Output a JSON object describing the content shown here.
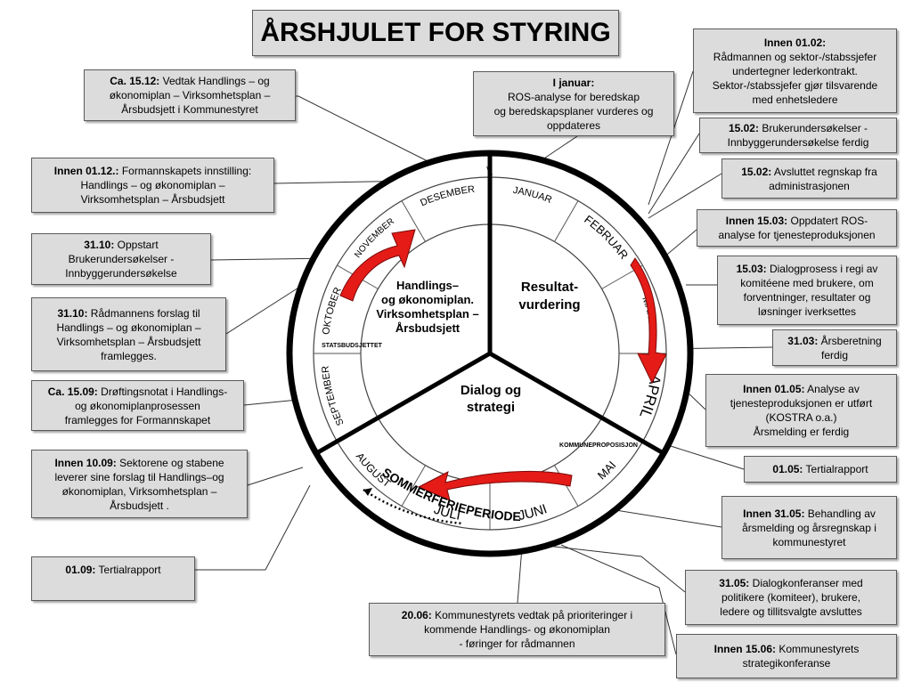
{
  "title": "ÅRSHJULET FOR STYRING",
  "wheel": {
    "months": [
      "JANUAR",
      "FEBRUAR",
      "MARS",
      "APRIL",
      "MAI",
      "JUNI",
      "JULI",
      "AUGUST",
      "SEPTEMBER",
      "OKTOBER",
      "NOVEMBER",
      "DESEMBER"
    ],
    "segment_plan": "Handlings–\nog økonomiplan.\nVirksomhetsplan –\nÅrsbudsjett",
    "segment_result": "Resultat-\nvurdering",
    "segment_dialog": "Dialog og\nstrategi",
    "label_statsbudsjett": "STATSBUDSJETTET",
    "label_kommuneproposisjon": "KOMMUNEPROPOSISJON",
    "label_sommerferie": "SOMMERFERIEPERIODE",
    "arrow_color": "#e41b17"
  },
  "boxes": {
    "b1512": {
      "date": "Ca. 15.12:",
      "text": " Vedtak Handlings – og\nøkonomiplan – Virksomhetsplan –\nÅrsbudsjett i Kommunestyret"
    },
    "b0112": {
      "date": "Innen 01.12.:",
      "text": "  Formannskapets innstilling:\nHandlings – og økonomiplan –\nVirksomhetsplan – Årsbudsjett"
    },
    "b3110a": {
      "date": "31.10:",
      "text": " Oppstart\nBrukerundersøkelser -\nInnbyggerundersøkelse"
    },
    "b3110b": {
      "date": "31.10:",
      "text": " Rådmannens forslag til\nHandlings – og økonomiplan –\nVirksomhetsplan – Årsbudsjett\nframlegges."
    },
    "b1509": {
      "date": "Ca. 15.09:",
      "text": " Drøftingsnotat i Handlings-\nog økonomiplanprosessen\nframlegges  for Formannskapet"
    },
    "b1009": {
      "date": "Innen 10.09:",
      "text": " Sektorene og stabene\nleverer sine forslag til Handlings–og\nøkonomiplan, Virksomhetsplan –\nÅrsbudsjett ."
    },
    "b0109": {
      "date": "01.09:",
      "text": " Tertialrapport"
    },
    "bjan": {
      "date": "I januar:",
      "text": "\nROS-analyse for beredskap\nog beredskapsplaner vurderes og\noppdateres"
    },
    "b0102": {
      "date": "Innen 01.02:",
      "text": "\nRådmannen og sektor-/stabssjefer\nundertegner lederkontrakt.\nSektor-/stabssjefer gjør tilsvarende\nmed enhetsledere"
    },
    "b1502a": {
      "date": "15.02:",
      "text": " Brukerundersøkelser -\nInnbyggerundersøkelse  ferdig"
    },
    "b1502b": {
      "date": "15.02:",
      "text": " Avsluttet regnskap fra\nadministrasjonen"
    },
    "b1503a": {
      "date": "Innen 15.03:",
      "text": " Oppdatert ROS-\nanalyse  for tjenesteproduksjonen"
    },
    "b1503b": {
      "date": "15.03:",
      "text": " Dialogprosess i regi av\nkomitéene med brukere, om\nforventninger, resultater og\nløsninger iverksettes"
    },
    "b3103": {
      "date": "31.03:",
      "text": " Årsberetning\nferdig"
    },
    "b0105a": {
      "date": "Innen 01.05:",
      "text": " Analyse  av\ntjenesteproduksjonen er utført\n(KOSTRA o.a.)\nÅrsmelding er ferdig"
    },
    "b0105b": {
      "date": "01.05:",
      "text": " Tertialrapport"
    },
    "b3105a": {
      "date": "Innen 31.05:",
      "text": " Behandling av\nårsmelding og årsregnskap i\nkommunestyret"
    },
    "b3105b": {
      "date": "31.05:",
      "text": " Dialogkonferanser med\npolitikere (komiteer), brukere,\nledere og tillitsvalgte avsluttes"
    },
    "b2006": {
      "date": "20.06:",
      "text": " Kommunestyrets vedtak på prioriteringer i\nkommende Handlings- og økonomiplan\n- føringer for rådmannen"
    },
    "b1506": {
      "date": "Innen 15.06:",
      "text": " Kommunestyrets\nstrategikonferanse"
    }
  }
}
